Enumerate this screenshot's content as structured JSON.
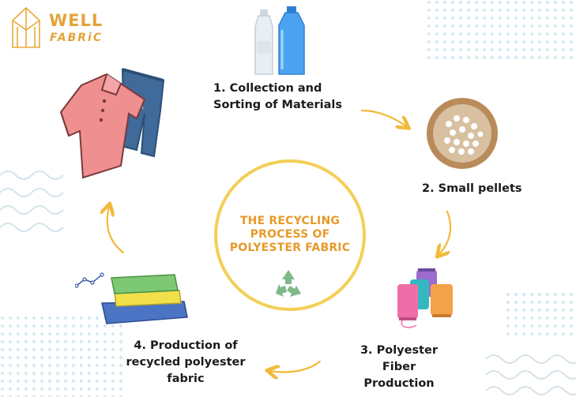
{
  "logo": {
    "line1": "WELL",
    "line2": "FABRiC"
  },
  "center": {
    "title_line1": "THE RECYCLING",
    "title_line2": "PROCESS OF",
    "title_line3": "POLYESTER FABRIC",
    "icon": "recycle-icon"
  },
  "steps": [
    {
      "line1": "1. Collection and",
      "line2": "Sorting of Materials",
      "icon": "plastic-bottles-icon"
    },
    {
      "line1": "2. Small pellets",
      "icon": "pellets-bowl-icon"
    },
    {
      "line1": "3. Polyester Fiber",
      "line2": "Production",
      "icon": "thread-spools-icon"
    },
    {
      "line1": "4. Production of",
      "line2": "recycled polyester",
      "line3": "fabric",
      "icon": "folded-fabrics-icon"
    }
  ],
  "start_icon": "clothes-icon",
  "colors": {
    "accent": "#e9a83a",
    "circle": "#f3cf57",
    "arrow": "#f2b93a",
    "recycle": "#7fb98a",
    "decor": "#d7e7ef"
  }
}
